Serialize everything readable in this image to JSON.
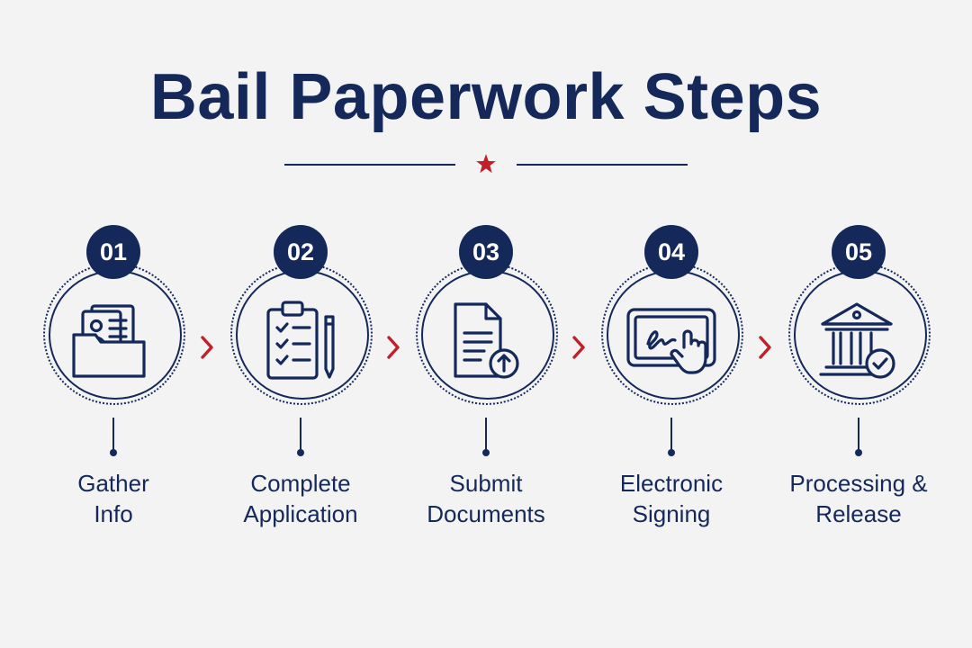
{
  "title": "Bail Paperwork Steps",
  "colors": {
    "navy": "#14295a",
    "accent_red": "#c0202a",
    "background": "#f3f3f4"
  },
  "steps": [
    {
      "number": "01",
      "label_line1": "Gather",
      "label_line2": "Info",
      "icon": "folder-id-icon"
    },
    {
      "number": "02",
      "label_line1": "Complete",
      "label_line2": "Application",
      "icon": "clipboard-checklist-icon"
    },
    {
      "number": "03",
      "label_line1": "Submit",
      "label_line2": "Documents",
      "icon": "document-upload-icon"
    },
    {
      "number": "04",
      "label_line1": "Electronic",
      "label_line2": "Signing",
      "icon": "tablet-signature-icon"
    },
    {
      "number": "05",
      "label_line1": "Processing &",
      "label_line2": "Release",
      "icon": "courthouse-check-icon"
    }
  ]
}
